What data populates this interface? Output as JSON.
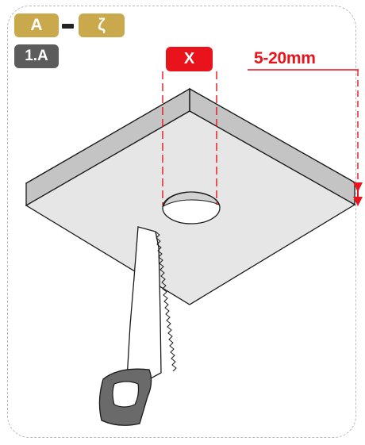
{
  "badges": {
    "first": "A",
    "separator": "-",
    "second": "ζ",
    "step": "1.A",
    "hole_label": "X"
  },
  "dimension": {
    "label": "5-20mm"
  },
  "colors": {
    "accent_tan": "#c9a94b",
    "step_gray": "#5c5c5c",
    "dimension_red": "#e8131b",
    "panel_top": "#e6e6e6",
    "panel_edge": "#c2c2c2"
  },
  "icons": [
    "hand-saw-icon",
    "hole-icon"
  ]
}
